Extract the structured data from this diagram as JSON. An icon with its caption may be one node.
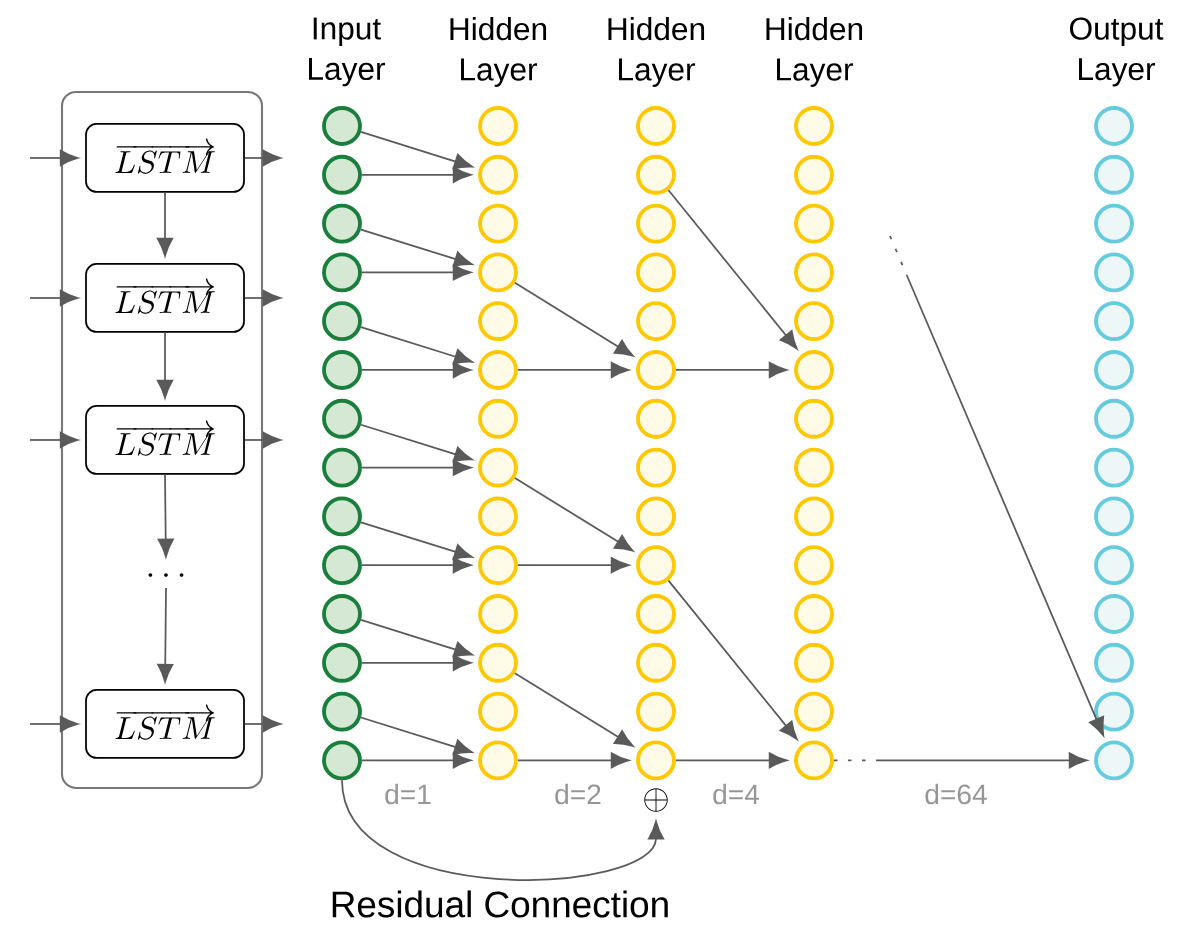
{
  "diagram": {
    "nodes": [
      {
        "text": [],
        "shape": "box"
      },
      {
        "text": [
          "\\overrightarrow{LSTM}"
        ],
        "in": 0
      },
      {
        "text": [
          "\\overrightarrow{LSTM}"
        ],
        "in": 0
      },
      {
        "text": [
          "\\overrightarrow{LSTM}"
        ],
        "in": 0
      },
      {
        "text": [
          "\\cdots"
        ],
        "in": 0
      },
      {
        "text": [
          "\\overrightarrow{LSTM}"
        ],
        "in": 0
      },
      {
        "text": [],
        "shape": "circle"
      },
      {
        "text": [],
        "shape": "circle"
      },
      {
        "text": [],
        "shape": "circle"
      },
      {
        "text": [],
        "shape": "circle"
      },
      {
        "text": [],
        "shape": "circle"
      },
      {
        "text": [],
        "shape": "circle"
      },
      {
        "text": [],
        "shape": "circle"
      },
      {
        "text": [],
        "shape": "circle"
      },
      {
        "text": [],
        "shape": "circle"
      },
      {
        "text": [],
        "shape": "circle"
      },
      {
        "text": [],
        "shape": "circle"
      },
      {
        "text": [],
        "shape": "circle"
      },
      {
        "text": [],
        "shape": "circle"
      },
      {
        "text": [],
        "shape": "circle"
      },
      {
        "text": [],
        "shape": "circle"
      },
      {
        "text": [],
        "shape": "circle"
      },
      {
        "text": [],
        "shape": "circle"
      },
      {
        "text": [],
        "shape": "circle"
      },
      {
        "text": [],
        "shape": "circle"
      },
      {
        "text": [],
        "shape": "circle"
      },
      {
        "text": [],
        "shape": "circle"
      },
      {
        "text": [],
        "shape": "circle"
      },
      {
        "text": [],
        "shape": "circle"
      },
      {
        "text": [],
        "shape": "circle"
      },
      {
        "text": [],
        "shape": "circle"
      },
      {
        "text": [],
        "shape": "circle"
      },
      {
        "text": [],
        "shape": "circle"
      },
      {
        "text": [],
        "shape": "circle"
      },
      {
        "text": [],
        "shape": "circle"
      },
      {
        "text": [],
        "shape": "circle"
      },
      {
        "text": [],
        "shape": "circle"
      },
      {
        "text": [],
        "shape": "circle"
      },
      {
        "text": [],
        "shape": "circle"
      },
      {
        "text": [],
        "shape": "circle"
      },
      {
        "text": [],
        "shape": "circle"
      },
      {
        "text": [],
        "shape": "circle"
      },
      {
        "text": [],
        "shape": "circle"
      },
      {
        "text": [],
        "shape": "circle"
      },
      {
        "text": [],
        "shape": "circle"
      },
      {
        "text": [],
        "shape": "circle"
      },
      {
        "text": [],
        "shape": "circle"
      },
      {
        "text": [],
        "shape": "circle"
      },
      {
        "text": [],
        "shape": "circle"
      },
      {
        "text": [],
        "shape": "circle"
      },
      {
        "text": [],
        "shape": "circle"
      },
      {
        "text": [],
        "shape": "circle"
      },
      {
        "text": [],
        "shape": "circle"
      },
      {
        "text": [],
        "shape": "circle"
      },
      {
        "text": [],
        "shape": "circle"
      },
      {
        "text": [],
        "shape": "circle"
      },
      {
        "text": [],
        "shape": "circle"
      },
      {
        "text": [],
        "shape": "circle"
      },
      {
        "text": [],
        "shape": "circle"
      },
      {
        "text": [],
        "shape": "circle"
      },
      {
        "text": [],
        "shape": "circle"
      },
      {
        "text": [],
        "shape": "circle"
      },
      {
        "text": [],
        "shape": "circle"
      },
      {
        "text": [],
        "shape": "circle"
      },
      {
        "text": [],
        "shape": "circle"
      },
      {
        "text": [],
        "shape": "circle"
      },
      {
        "text": [],
        "shape": "circle"
      },
      {
        "text": [],
        "shape": "circle"
      },
      {
        "text": [],
        "shape": "circle"
      },
      {
        "text": [],
        "shape": "circle"
      },
      {
        "text": [],
        "shape": "circle"
      },
      {
        "text": [],
        "shape": "circle"
      },
      {
        "text": [],
        "shape": "circle"
      },
      {
        "text": [],
        "shape": "circle"
      },
      {
        "text": [],
        "shape": "circle"
      },
      {
        "text": [],
        "shape": "circle"
      },
      {
        "text": [
          "\\oplus"
        ]
      }
    ],
    "edges": [
      {
        "from": null,
        "to": 1,
        "arrow": "to"
      },
      {
        "from": null,
        "to": 2,
        "arrow": "to"
      },
      {
        "from": null,
        "to": 3,
        "arrow": "to"
      },
      {
        "from": null,
        "to": 5,
        "arrow": "to"
      },
      {
        "from": 1,
        "to": 2,
        "arrow": "to"
      },
      {
        "from": 2,
        "to": 3,
        "arrow": "to"
      },
      {
        "from": 3,
        "to": 4,
        "arrow": "to"
      },
      {
        "from": 4,
        "to": 5,
        "arrow": "to"
      },
      {
        "from": 1,
        "to": null,
        "arrow": "to"
      },
      {
        "from": 2,
        "to": null,
        "arrow": "to"
      },
      {
        "from": 3,
        "to": null,
        "arrow": "to"
      },
      {
        "from": 5,
        "to": null,
        "arrow": "to"
      },
      {
        "from": 6,
        "to": 21,
        "arrow": "to"
      },
      {
        "from": 7,
        "to": 21,
        "arrow": "to"
      },
      {
        "from": 8,
        "to": 23,
        "arrow": "to"
      },
      {
        "from": 9,
        "to": 23,
        "arrow": "to"
      },
      {
        "from": 10,
        "to": 25,
        "arrow": "to"
      },
      {
        "from": 11,
        "to": 25,
        "arrow": "to"
      },
      {
        "from": 12,
        "to": 27,
        "arrow": "to"
      },
      {
        "from": 13,
        "to": 27,
        "arrow": "to"
      },
      {
        "from": 14,
        "to": 29,
        "arrow": "to"
      },
      {
        "from": 15,
        "to": 29,
        "arrow": "to"
      },
      {
        "from": 16,
        "to": 31,
        "arrow": "to"
      },
      {
        "from": 17,
        "to": 31,
        "arrow": "to"
      },
      {
        "from": 18,
        "to": 33,
        "arrow": "to"
      },
      {
        "from": 19,
        "to": 33,
        "arrow": "to"
      },
      {
        "from": 23,
        "to": 39,
        "arrow": "to"
      },
      {
        "from": 25,
        "to": 39,
        "arrow": "to"
      },
      {
        "from": 27,
        "to": 43,
        "arrow": "to"
      },
      {
        "from": 29,
        "to": 43,
        "arrow": "to"
      },
      {
        "from": 31,
        "to": 47,
        "arrow": "to"
      },
      {
        "from": 33,
        "to": 47,
        "arrow": "to"
      },
      {
        "from": 35,
        "to": 53,
        "arrow": "to"
      },
      {
        "from": 39,
        "to": 53,
        "arrow": "to"
      },
      {
        "from": 43,
        "to": 61,
        "arrow": "to"
      },
      {
        "from": 47,
        "to": 61,
        "arrow": "to"
      },
      {
        "from": null,
        "to": 75,
        "arrow": "to",
        "style": "dashed"
      },
      {
        "from": 61,
        "to": 75,
        "arrow": "to",
        "style": "dashed"
      },
      {
        "from": 19,
        "to": 76,
        "arrow": "to",
        "label": "Residual Connection"
      }
    ],
    "labels": [
      "Input Layer",
      "Hidden Layer",
      "Hidden Layer",
      "Hidden Layer",
      "Output Layer",
      "d=1",
      "d=2",
      "d=4",
      "d=64"
    ]
  }
}
